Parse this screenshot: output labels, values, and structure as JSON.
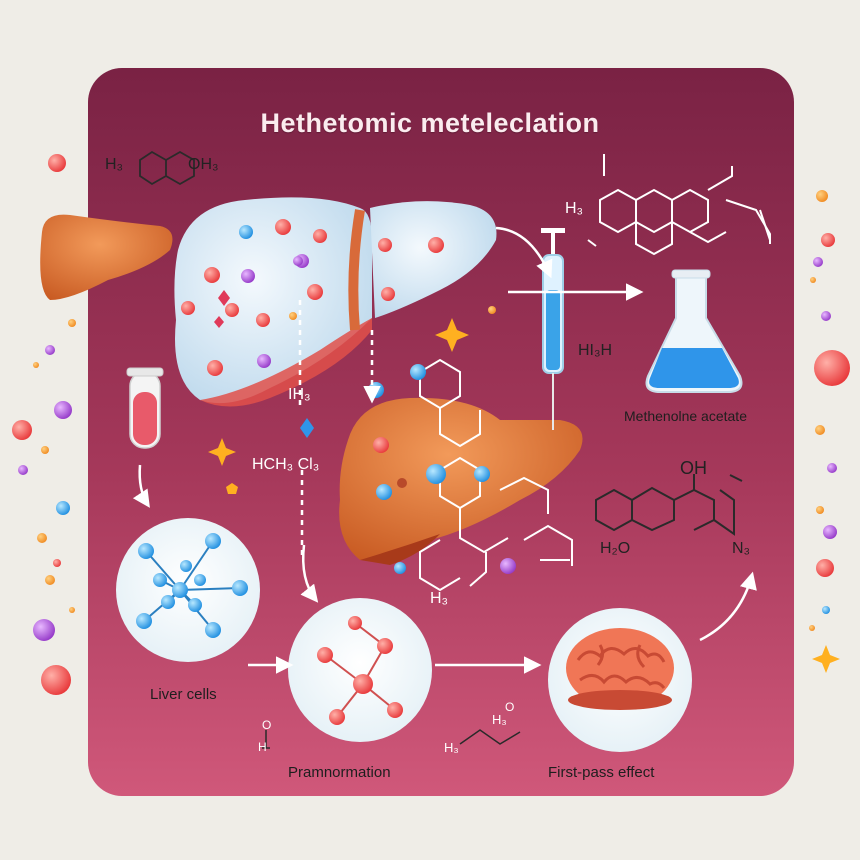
{
  "title": "Hethetomic meteleclation",
  "labels": {
    "liver_cells": "Liver cells",
    "transformation": "Pramnormation",
    "first_pass": "First-pass effect",
    "methenolone": "Methenolne acetate"
  },
  "chem_text": {
    "top_left_h": "H₃",
    "top_left_oh": "OH₃",
    "ih": "IH₃",
    "hch": "HCH₃ Cl₃",
    "syringe_label": "HI₃H",
    "top_right_h": "H₃",
    "mid_h": "H₃",
    "oh": "OH",
    "h2o": "H₂O",
    "n": "N₃",
    "o_small": "O",
    "h_small": "H",
    "hb": "H₃",
    "o2": "O",
    "h3_right": "H₃"
  },
  "colors": {
    "panel_top": "#7e2446",
    "panel_bottom": "#c9506d",
    "liver_orange": "#e07030",
    "liver_pale": "#dcebf5",
    "flask_liquid": "#2f95ea",
    "brain": "#f08060"
  },
  "icons": [
    "liver-icon",
    "test-tube-icon",
    "syringe-icon",
    "flask-icon",
    "brain-icon",
    "molecule-icon"
  ]
}
